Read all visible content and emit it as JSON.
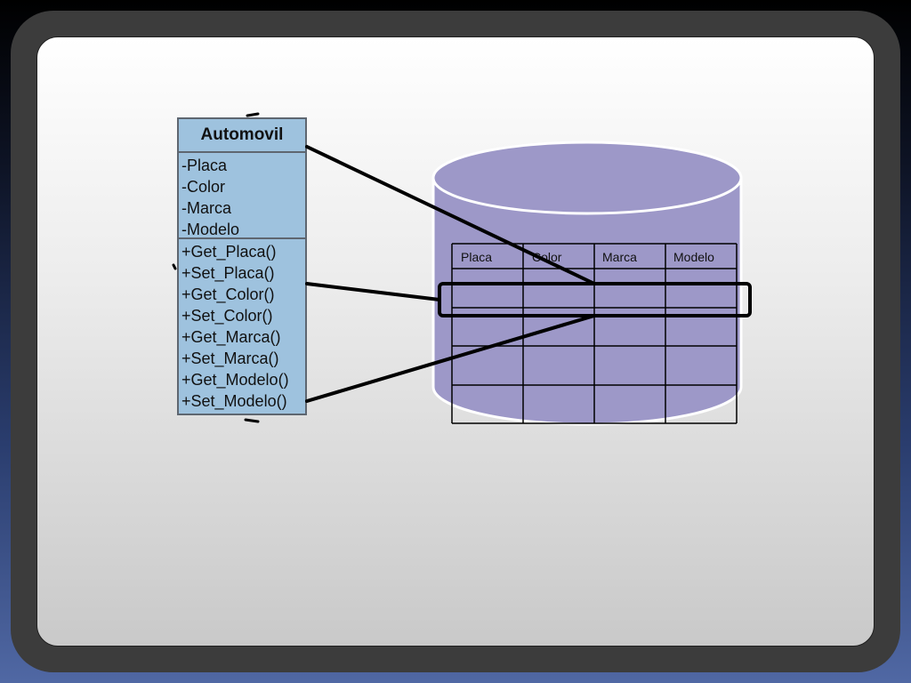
{
  "uml_class": {
    "name": "Automovil",
    "attributes": [
      "-Placa",
      "-Color",
      "-Marca",
      "-Modelo"
    ],
    "methods": [
      "+Get_Placa()",
      "+Set_Placa()",
      "+Get_Color()",
      "+Set_Color()",
      "+Get_Marca()",
      "+Set_Marca()",
      "+Get_Modelo()",
      "+Set_Modelo()"
    ]
  },
  "database_table": {
    "columns": [
      "Placa",
      "Color",
      "Marca",
      "Modelo"
    ],
    "empty_rows": 4,
    "highlighted_row": 1
  },
  "colors": {
    "uml_fill": "#9ec2de",
    "cylinder_fill": "#9d98c8",
    "connector": "#000000"
  }
}
